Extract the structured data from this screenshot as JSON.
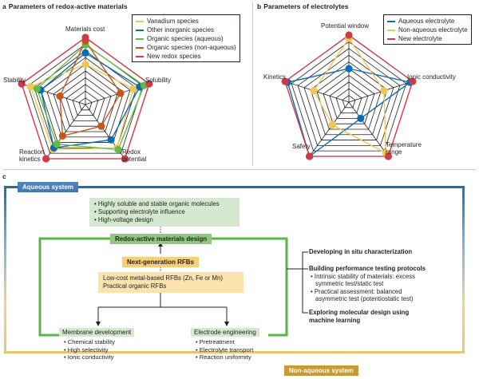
{
  "panel_a": {
    "letter": "a",
    "title": "Parameters of redox-active materials"
  },
  "panel_b": {
    "letter": "b",
    "title": "Parameters of electrolytes"
  },
  "panel_c": {
    "letter": "c",
    "aqueous_tag": "Aqueous system",
    "nonaqueous_tag": "Non-aqueous system",
    "top_box_items": [
      "Highly soluble and stable organic molecules",
      "Supporting electrolyte influence",
      "High-voltage design"
    ],
    "redox_design_title": "Redox-active materials design",
    "next_gen_title": "Next-generation RFBs",
    "next_gen_items": [
      "Low-cost metal-based RFBs (Zn, Fe or Mn)",
      "Practical organic RFBs"
    ],
    "membrane": {
      "title": "Membrane development",
      "items": [
        "Chemical stability",
        "High selectivity",
        "Ionic conductivity"
      ]
    },
    "electrode": {
      "title": "Electrode engineering",
      "items": [
        "Pretreatment",
        "Electrolyte transport",
        "Reaction uniformity"
      ]
    },
    "right_branch": {
      "item1": "Developing in situ characterization",
      "item2_title": "Building performance testing protocols",
      "item2_bullets": [
        "Intrinsic stability of materials: excess",
        "symmetric test/static test",
        "Practical assessment: balanced",
        "asymmetric test (potentiostatic test)"
      ],
      "item3_line1": "Exploring molecular design using",
      "item3_line2": "machine learning"
    },
    "colors": {
      "aqueous": "#1f6fa8",
      "nonaqueous": "#d9a93a",
      "green_frame": "#5cb34a"
    }
  },
  "chart_data": [
    {
      "type": "radar",
      "title": "Parameters of redox-active materials",
      "axes": [
        "Materials cost",
        "Solubility",
        "Redox potential",
        "Reaction kinetics",
        "Stability"
      ],
      "range": [
        0,
        10
      ],
      "grid_levels": 10,
      "legend_position": "top-right",
      "series": [
        {
          "name": "Vanadium species",
          "color": "#f0c850",
          "values": [
            6,
            7.5,
            8,
            8.3,
            8.6
          ]
        },
        {
          "name": "Other inorganic species",
          "color": "#0a6db3",
          "values": [
            7.7,
            8.5,
            6.5,
            8,
            7
          ]
        },
        {
          "name": "Organic species (aqueous)",
          "color": "#62bb47",
          "values": [
            8.9,
            9.2,
            8.3,
            7.3,
            7.6
          ]
        },
        {
          "name": "Organic species (non-aqueous)",
          "color": "#c8561a",
          "values": [
            9.5,
            5.5,
            4,
            5.8,
            4
          ]
        },
        {
          "name": "New redox species",
          "color": "#cf3a48",
          "values": [
            10,
            10,
            10,
            10,
            10
          ]
        }
      ]
    },
    {
      "type": "radar",
      "title": "Parameters of electrolytes",
      "axes": [
        "Potential window",
        "Ionic conductivity",
        "Temperature range",
        "Safety",
        "Kinetics"
      ],
      "range": [
        0,
        10
      ],
      "grid_levels": 10,
      "legend_position": "top-right",
      "series": [
        {
          "name": "Aqueous electrolyte",
          "color": "#0a6db3",
          "values": [
            5,
            9.6,
            3,
            10,
            9.6
          ]
        },
        {
          "name": "Non-aqueous electrolyte",
          "color": "#f0c850",
          "values": [
            9.5,
            5.5,
            9.4,
            4.2,
            5.5
          ]
        },
        {
          "name": "New electrolyte",
          "color": "#cf3a48",
          "values": [
            10,
            10,
            10,
            10,
            10
          ]
        }
      ]
    }
  ]
}
